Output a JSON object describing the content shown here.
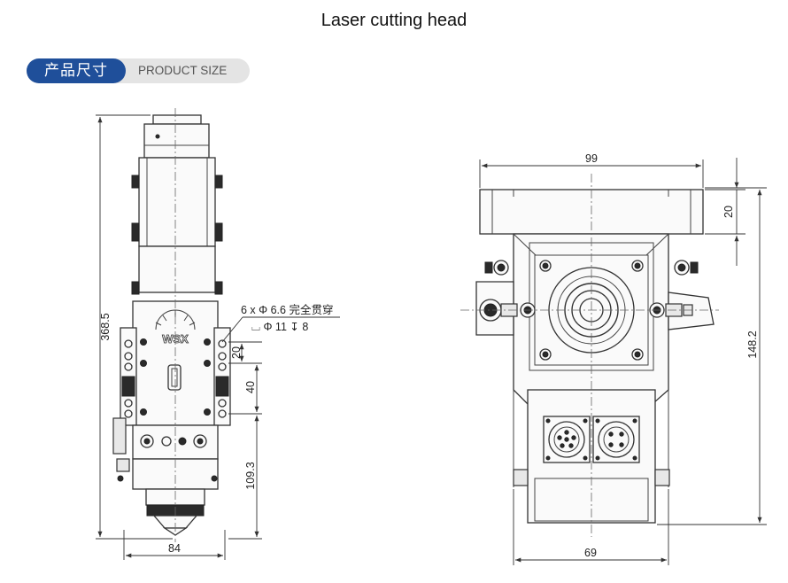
{
  "title": "Laser cutting head",
  "badge": {
    "cn": "产品尺寸",
    "en": "PRODUCT SIZE"
  },
  "logo_text": "WSX",
  "dimensions": {
    "overall_height": "368.5",
    "width_bottom_left": "84",
    "spacing_20": "20",
    "spacing_40": "40",
    "lower_height": "109.3",
    "hole_note": "6 x Φ 6.6 完全贯穿",
    "counterbore_note": "⌴ Φ 11 ↧ 8",
    "top_width": "99",
    "top_thickness": "20",
    "right_height": "148.2",
    "bottom_width": "69"
  }
}
